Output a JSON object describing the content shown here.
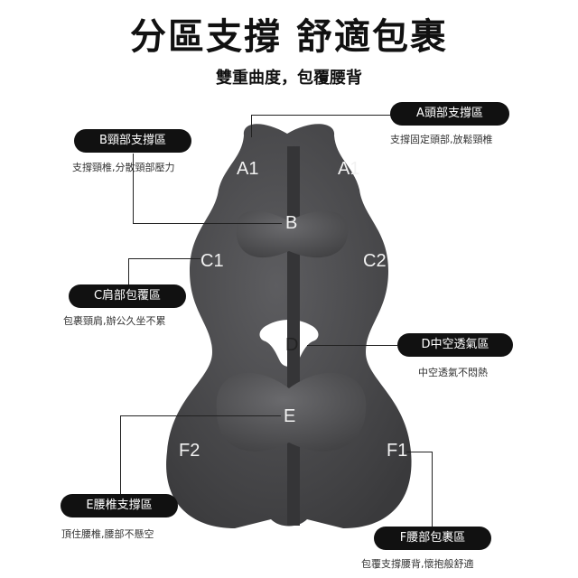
{
  "header": {
    "title": "分區支撐 舒適包裹",
    "subtitle": "雙重曲度，包覆腰背"
  },
  "callouts": {
    "a": {
      "label": "A頭部支撐區",
      "desc": "支撐固定頭部,放鬆頸椎"
    },
    "b": {
      "label": "B頸部支撐區",
      "desc": "支撐頸椎,分散頸部壓力"
    },
    "c": {
      "label": "C肩部包覆區",
      "desc": "包裹頸肩,辦公久坐不累"
    },
    "d": {
      "label": "D中空透氣區",
      "desc": "中空透氣不悶熱"
    },
    "e": {
      "label": "E腰椎支撐區",
      "desc": "頂住腰椎,腰部不懸空"
    },
    "f": {
      "label": "F腰部包裹區",
      "desc": "包覆支撐腰背,懷抱般舒適"
    }
  },
  "zones": {
    "a1_left": "A1",
    "a1_right": "A1",
    "b": "B",
    "c1": "C1",
    "c2": "C2",
    "d": "D",
    "e": "E",
    "f2": "F2",
    "f1": "F1"
  },
  "colors": {
    "cushion": "#4a4a4c",
    "pill": "#111111",
    "background": "#ffffff"
  }
}
